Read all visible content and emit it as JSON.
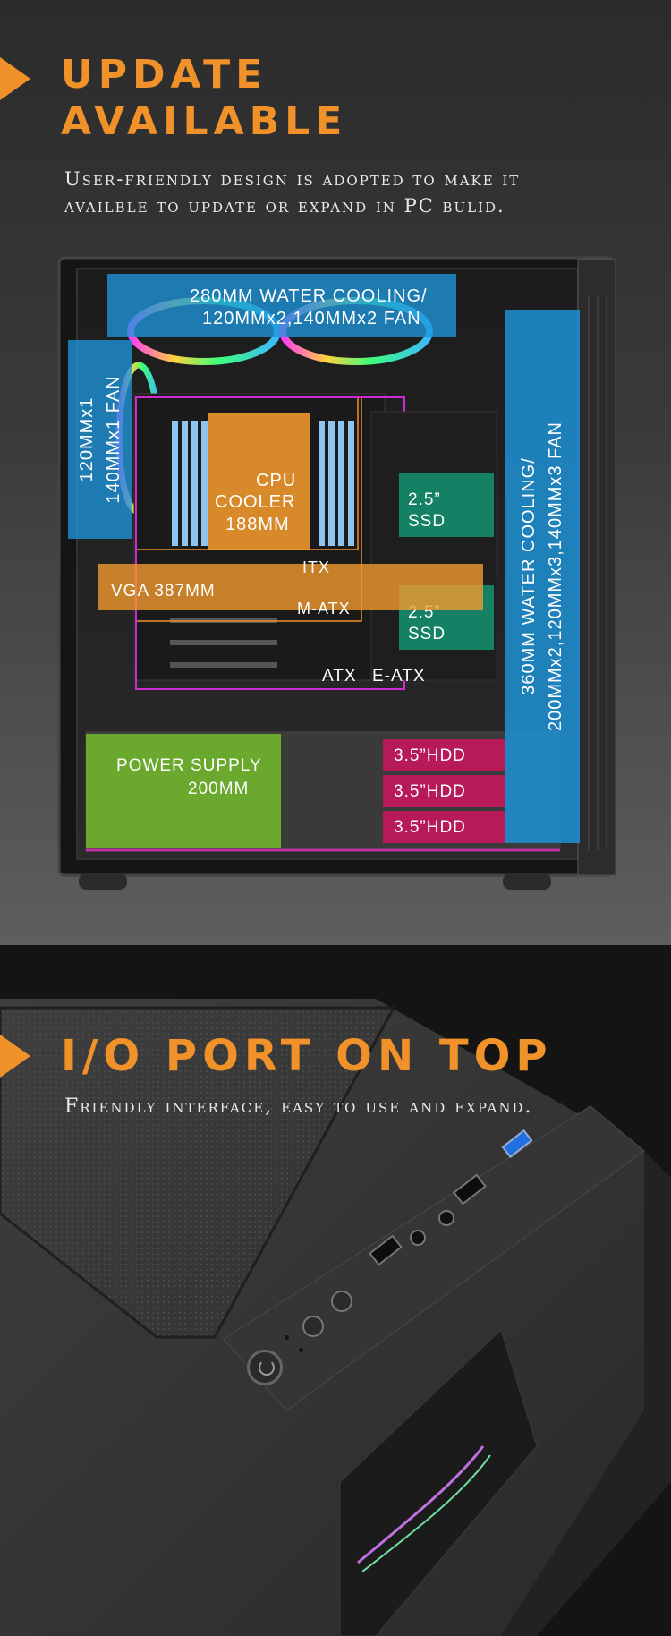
{
  "update": {
    "title_line1": "UPDATE",
    "title_line2": "AVAILABLE",
    "subtitle_line1": "User-friendly design is adopted to make it",
    "subtitle_line2": "availble to update or expand in PC bulid."
  },
  "diagram": {
    "water_cooling_top_line1": "280MM WATER COOLING/",
    "water_cooling_top_line2": "120MMx2,140MMx2 FAN",
    "rear_fan_line1": "120MMx1",
    "rear_fan_line2": "140MMx1 FAN",
    "front_cooling_line1": "360MM WATER COOLING/",
    "front_cooling_line2": "200MMx2,120MMx3,140MMx3 FAN",
    "cpu_cooler_line1": "CPU",
    "cpu_cooler_line2": "COOLER",
    "cpu_cooler_line3": "188MM",
    "ssd1_line1": "2.5”",
    "ssd1_line2": "SSD",
    "ssd2_line1": "2.5”",
    "ssd2_line2": "SSD",
    "itx": "ITX",
    "vga": "VGA 387MM",
    "matx": "M-ATX",
    "atx": "ATX",
    "eatx": "E-ATX",
    "psu_line1": "POWER SUPPLY",
    "psu_line2": "200MM",
    "hdd1": "3.5”HDD",
    "hdd2": "3.5”HDD",
    "hdd3": "3.5”HDD"
  },
  "io": {
    "title": "I/O PORT ON TOP",
    "subtitle": "Friendly interface, easy to use and expand."
  },
  "colors": {
    "accent": "#f0912a",
    "blue_overlay": "#1e96dc",
    "orange_overlay": "#f29a2e",
    "green_ssd": "#138a6b",
    "green_psu": "#6aa82e",
    "magenta_hdd": "#c2185b",
    "atx_outline": "#d02bd0"
  }
}
